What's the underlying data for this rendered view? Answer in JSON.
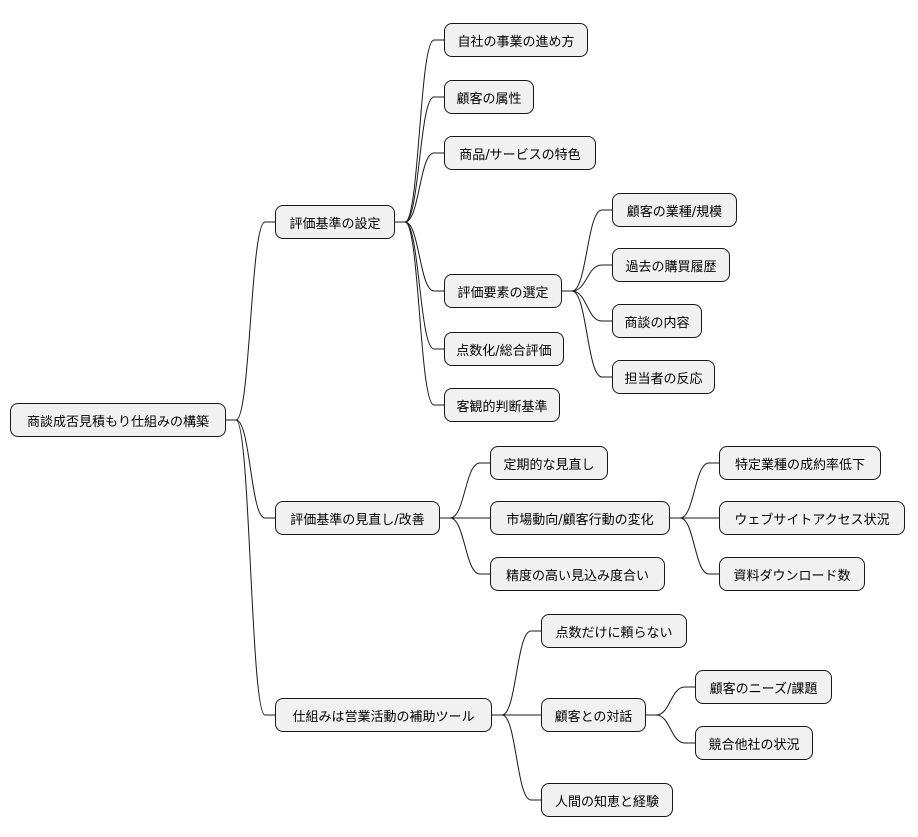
{
  "mindmap": {
    "root": "商談成否見積もり仕組みの構築",
    "branches": {
      "criteria": {
        "label": "評価基準の設定",
        "children": {
          "process": "自社の事業の進め方",
          "attributes": "顧客の属性",
          "features": "商品/サービスの特色",
          "elements": {
            "label": "評価要素の選定",
            "children": {
              "industry": "顧客の業種/規模",
              "history": "過去の購買履歴",
              "content": "商談の内容",
              "reaction": "担当者の反応"
            }
          },
          "scoring": "点数化/総合評価",
          "objective": "客観的判断基準"
        }
      },
      "review": {
        "label": "評価基準の見直し/改善",
        "children": {
          "periodic": "定期的な見直し",
          "market": {
            "label": "市場動向/顧客行動の変化",
            "children": {
              "rate": "特定業種の成約率低下",
              "access": "ウェブサイトアクセス状況",
              "downloads": "資料ダウンロード数"
            }
          },
          "precision": "精度の高い見込み度合い"
        }
      },
      "tool": {
        "label": "仕組みは営業活動の補助ツール",
        "children": {
          "not_only": "点数だけに頼らない",
          "dialogue": {
            "label": "顧客との対話",
            "children": {
              "needs": "顧客のニーズ/課題",
              "competition": "競合他社の状況"
            }
          },
          "human": "人間の知恵と経験"
        }
      }
    }
  }
}
